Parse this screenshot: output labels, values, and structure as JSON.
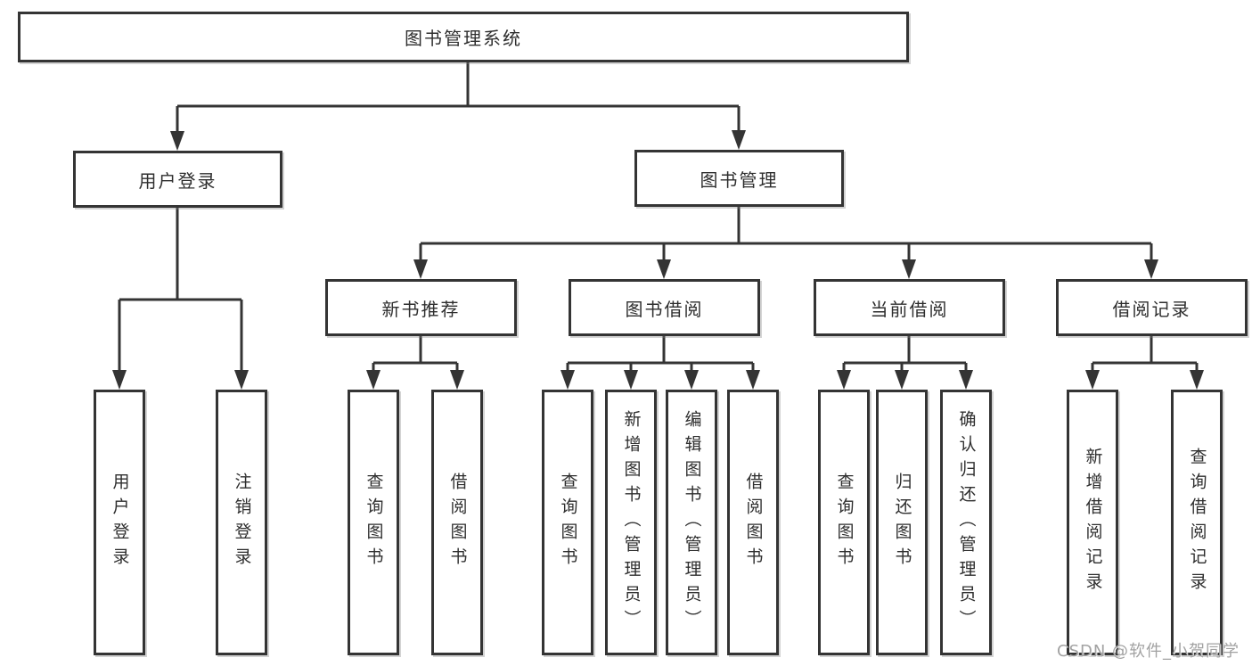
{
  "diagram_type": "functional-structure-tree",
  "tree": {
    "label": "图书管理系统",
    "children": [
      {
        "label": "用户登录",
        "children": [
          {
            "label": "用户登录"
          },
          {
            "label": "注销登录"
          }
        ]
      },
      {
        "label": "图书管理",
        "children": [
          {
            "label": "新书推荐",
            "children": [
              {
                "label": "查询图书"
              },
              {
                "label": "借阅图书"
              }
            ]
          },
          {
            "label": "图书借阅",
            "children": [
              {
                "label": "查询图书"
              },
              {
                "label": "新增图书（管理员）"
              },
              {
                "label": "编辑图书（管理员）"
              },
              {
                "label": "借阅图书"
              }
            ]
          },
          {
            "label": "当前借阅",
            "children": [
              {
                "label": "查询图书"
              },
              {
                "label": "归还图书"
              },
              {
                "label": "确认归还（管理员）"
              }
            ]
          },
          {
            "label": "借阅记录",
            "children": [
              {
                "label": "新增借阅记录"
              },
              {
                "label": "查询借阅记录"
              }
            ]
          }
        ]
      }
    ]
  },
  "watermark": {
    "text": "CSDN @软件_小贺同学"
  },
  "colors": {
    "line": "#343434",
    "box_border": "#343434",
    "text": "#2e2e2e",
    "background": "#ffffff",
    "watermark": "#a2a2a2"
  }
}
